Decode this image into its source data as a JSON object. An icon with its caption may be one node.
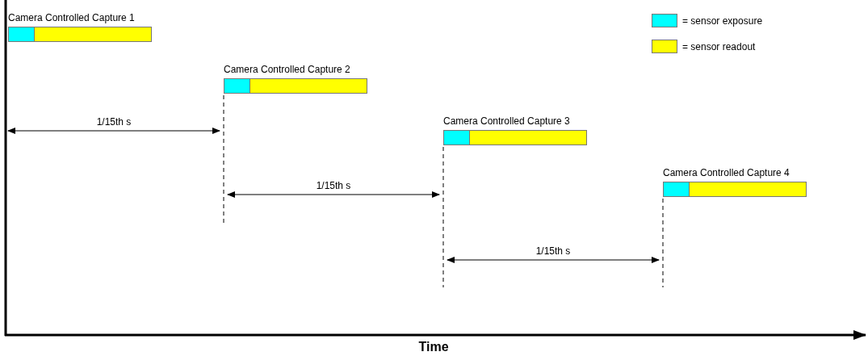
{
  "diagram": {
    "nodes": [
      {
        "text": [
          "Camera Controlled Capture 1"
        ]
      },
      {
        "text": [
          "Camera Controlled Capture 2"
        ]
      },
      {
        "text": [
          "Camera Controlled Capture 3"
        ]
      },
      {
        "text": [
          "Camera Controlled Capture 4"
        ]
      }
    ],
    "labels": [
      "1/15th s",
      "1/15th s",
      "1/15th s",
      "Time"
    ],
    "legend": [
      {
        "text": "= sensor exposure",
        "color": "#00ffff"
      },
      {
        "text": "= sensor readout",
        "color": "#ffff00"
      }
    ]
  }
}
